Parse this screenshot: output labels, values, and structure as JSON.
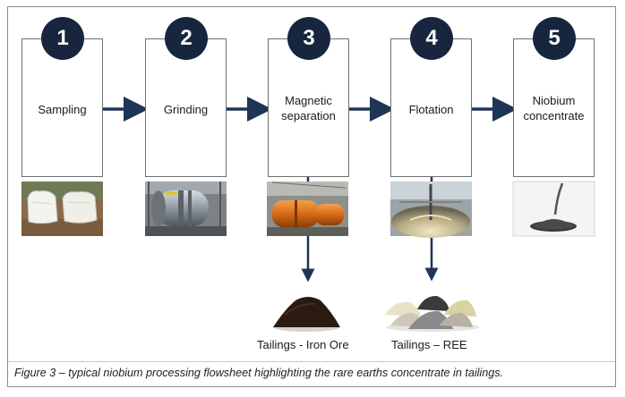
{
  "caption": "Figure 3 – typical niobium processing flowsheet highlighting the rare earths concentrate in tailings.",
  "steps": [
    {
      "number": "1",
      "label_lines": [
        "Sampling"
      ],
      "photo": "sample-bags-photo"
    },
    {
      "number": "2",
      "label_lines": [
        "Grinding"
      ],
      "photo": "ball-mill-photo"
    },
    {
      "number": "3",
      "label_lines": [
        "Magnetic",
        "separation"
      ],
      "photo": "magnetic-separator-photo"
    },
    {
      "number": "4",
      "label_lines": [
        "Flotation"
      ],
      "photo": "flotation-cell-photo"
    },
    {
      "number": "5",
      "label_lines": [
        "Niobium",
        "concentrate"
      ],
      "photo": "concentrate-powder-photo"
    }
  ],
  "tailings": [
    {
      "from_step": 3,
      "label": "Tailings - Iron Ore",
      "photo": "iron-ore-pile-photo"
    },
    {
      "from_step": 4,
      "label": "Tailings – REE",
      "photo": "ree-piles-photo"
    }
  ],
  "colors": {
    "badge": "#17253f",
    "arrow": "#1f3556",
    "box_border": "#6f6f6f"
  }
}
